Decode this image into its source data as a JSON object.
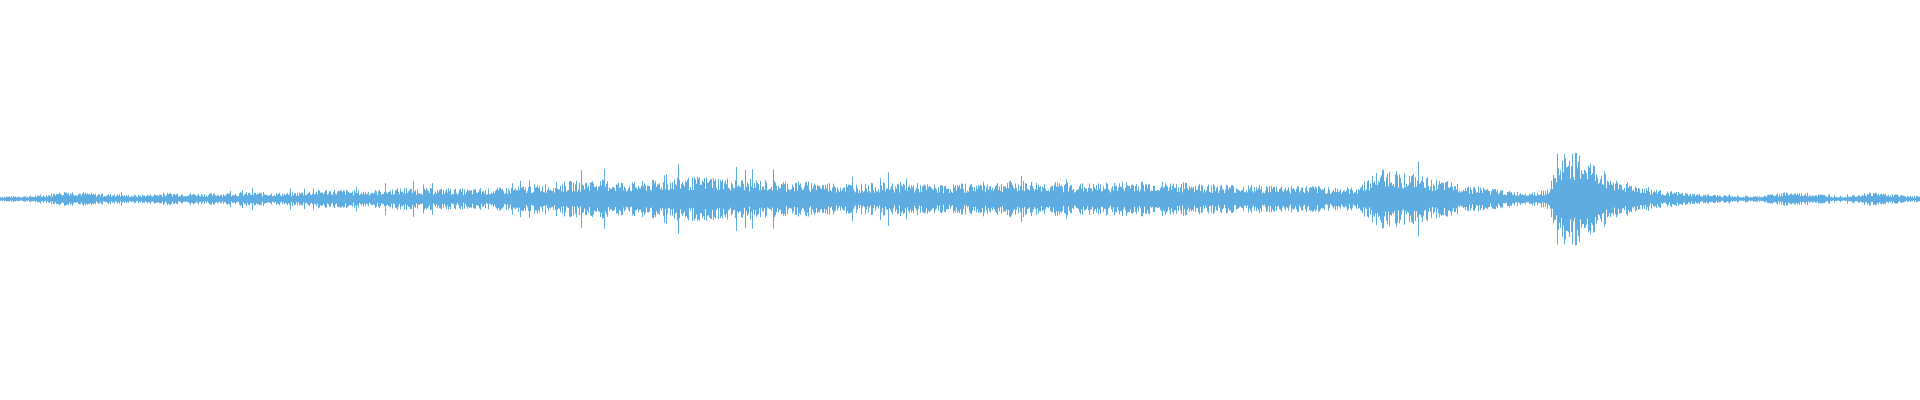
{
  "waveform": {
    "color": "#5dade2",
    "background": "#ffffff",
    "envelope": [
      [
        0,
        0.02
      ],
      [
        0.02,
        0.025
      ],
      [
        0.035,
        0.06
      ],
      [
        0.05,
        0.04
      ],
      [
        0.07,
        0.03
      ],
      [
        0.09,
        0.045
      ],
      [
        0.11,
        0.04
      ],
      [
        0.13,
        0.05
      ],
      [
        0.15,
        0.045
      ],
      [
        0.17,
        0.07
      ],
      [
        0.19,
        0.06
      ],
      [
        0.21,
        0.08
      ],
      [
        0.23,
        0.075
      ],
      [
        0.25,
        0.07
      ],
      [
        0.27,
        0.09
      ],
      [
        0.29,
        0.12
      ],
      [
        0.31,
        0.14
      ],
      [
        0.33,
        0.12
      ],
      [
        0.35,
        0.15
      ],
      [
        0.37,
        0.16
      ],
      [
        0.39,
        0.14
      ],
      [
        0.41,
        0.13
      ],
      [
        0.43,
        0.12
      ],
      [
        0.45,
        0.11
      ],
      [
        0.47,
        0.12
      ],
      [
        0.49,
        0.1
      ],
      [
        0.51,
        0.12
      ],
      [
        0.53,
        0.13
      ],
      [
        0.55,
        0.12
      ],
      [
        0.57,
        0.11
      ],
      [
        0.59,
        0.13
      ],
      [
        0.61,
        0.12
      ],
      [
        0.63,
        0.11
      ],
      [
        0.65,
        0.1
      ],
      [
        0.67,
        0.1
      ],
      [
        0.69,
        0.09
      ],
      [
        0.705,
        0.08
      ],
      [
        0.72,
        0.22
      ],
      [
        0.735,
        0.18
      ],
      [
        0.75,
        0.13
      ],
      [
        0.77,
        0.09
      ],
      [
        0.79,
        0.05
      ],
      [
        0.805,
        0.06
      ],
      [
        0.815,
        0.35
      ],
      [
        0.825,
        0.3
      ],
      [
        0.84,
        0.15
      ],
      [
        0.86,
        0.07
      ],
      [
        0.88,
        0.04
      ],
      [
        0.9,
        0.025
      ],
      [
        0.915,
        0.02
      ],
      [
        0.93,
        0.05
      ],
      [
        0.945,
        0.035
      ],
      [
        0.96,
        0.025
      ],
      [
        0.975,
        0.05
      ],
      [
        0.99,
        0.03
      ],
      [
        1,
        0.02
      ]
    ]
  }
}
